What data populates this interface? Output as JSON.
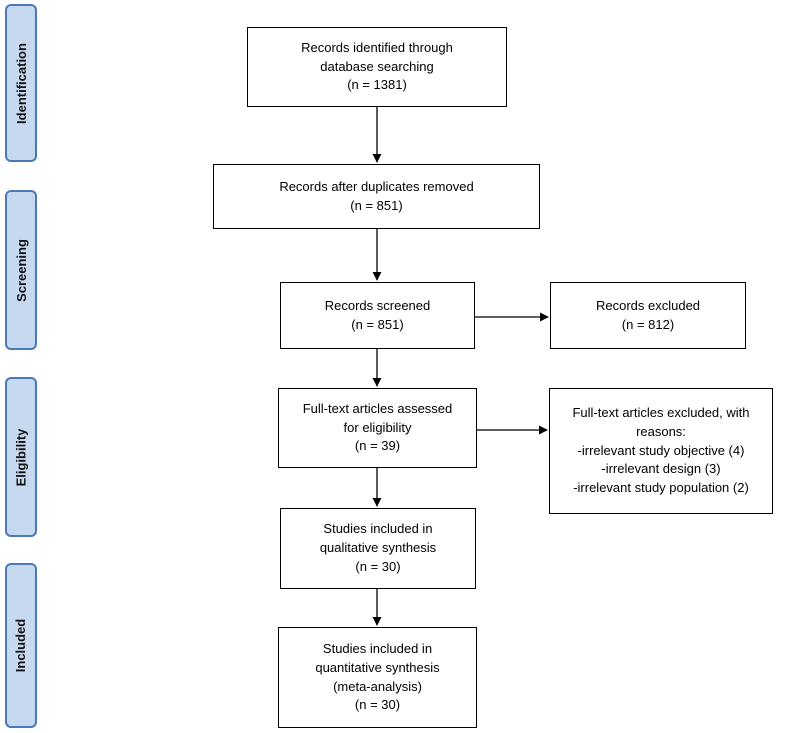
{
  "phases": [
    {
      "id": "identification",
      "label": "Identification"
    },
    {
      "id": "screening",
      "label": "Screening"
    },
    {
      "id": "eligibility",
      "label": "Eligibility"
    },
    {
      "id": "included",
      "label": "Included"
    }
  ],
  "boxes": {
    "identified": {
      "lines": [
        "Records identified through",
        "database searching",
        "(n = 1381)"
      ]
    },
    "after_duplicates": {
      "lines": [
        "Records after duplicates removed",
        "(n = 851)"
      ]
    },
    "screened": {
      "lines": [
        "Records screened",
        "(n = 851)"
      ]
    },
    "excluded": {
      "lines": [
        "Records excluded",
        "(n = 812)"
      ]
    },
    "full_text": {
      "lines": [
        "Full-text articles assessed",
        "for eligibility",
        "(n = 39)"
      ]
    },
    "full_text_excluded": {
      "lines": [
        "Full-text articles excluded, with",
        "reasons:",
        "-irrelevant study objective (4)",
        "-irrelevant design (3)",
        "-irrelevant study population (2)"
      ]
    },
    "qualitative": {
      "lines": [
        "Studies included in",
        "qualitative synthesis",
        "(n = 30)"
      ]
    },
    "quantitative": {
      "lines": [
        "Studies included in",
        "quantitative synthesis",
        "(meta-analysis)",
        "(n = 30)"
      ]
    }
  },
  "colors": {
    "phase_fill": "#c6d9f1",
    "phase_border": "#4a78b8",
    "box_border": "#000000"
  }
}
